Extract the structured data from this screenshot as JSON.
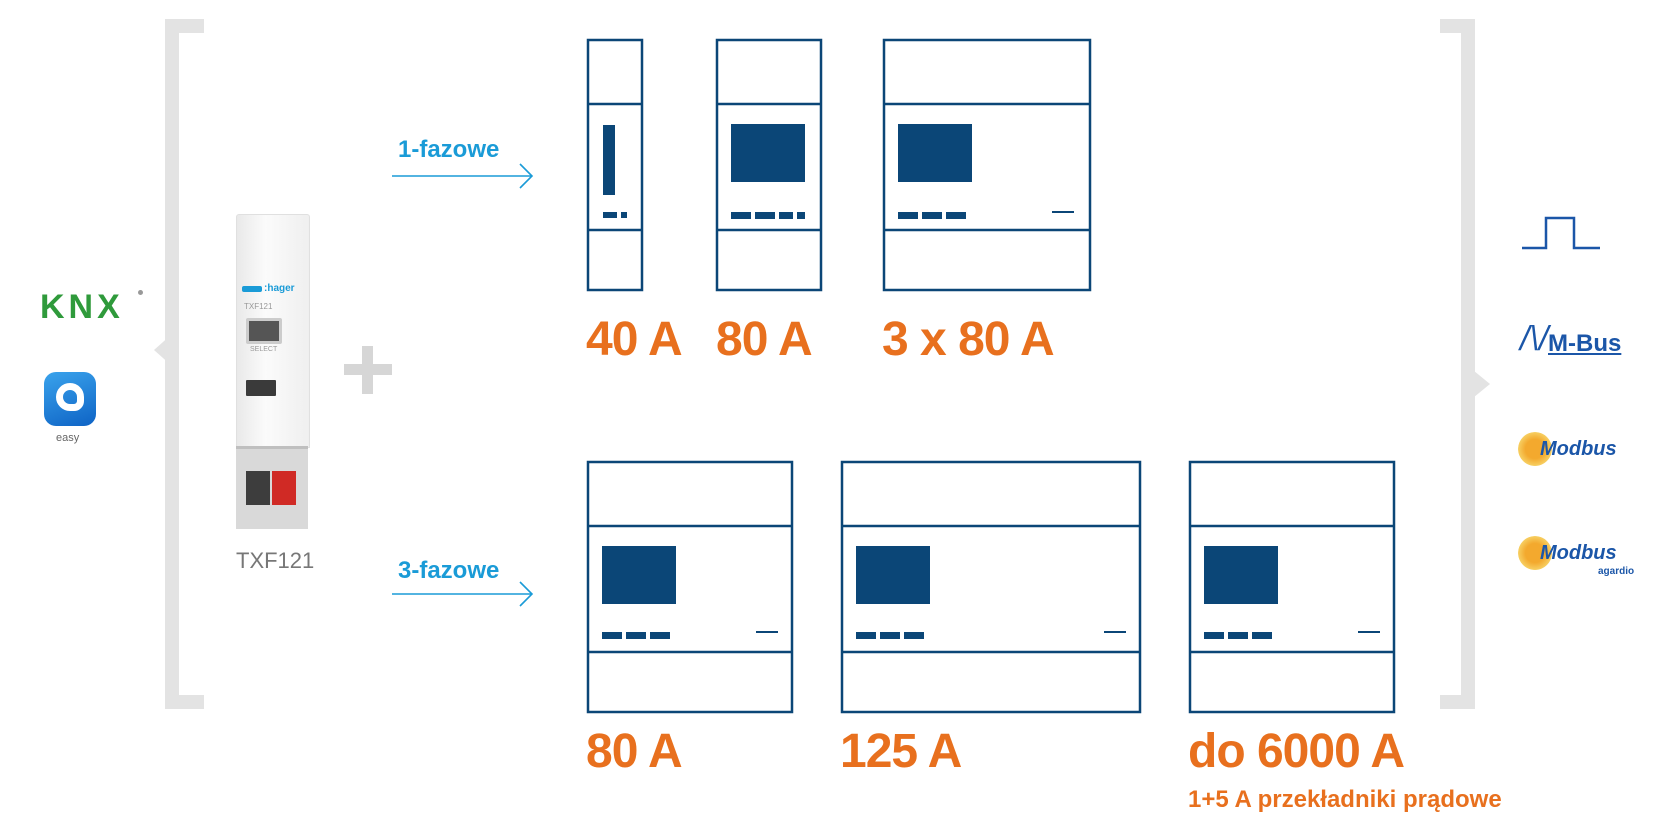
{
  "left_logos": {
    "knx": "KNX",
    "easy": "easy"
  },
  "module": {
    "brand": ":hager",
    "model_small": "TXF121",
    "select_label": "SELECT",
    "label": "TXF121"
  },
  "plus_symbol": "+",
  "phases": {
    "single": "1-fazowe",
    "three": "3-fazowe"
  },
  "meters_single": [
    "40 A",
    "80 A",
    "3 x 80 A"
  ],
  "meters_three": [
    "80 A",
    "125 A",
    "do 6000 A"
  ],
  "meters_three_note": "1+5 A przekładniki prądowe",
  "protocols": {
    "mbus": "M-Bus",
    "modbus": "Modbus",
    "modbus_agardio": "Modbus",
    "agardio": "agardio"
  },
  "colors": {
    "meter_outline": "#0b4677",
    "amp_text": "#e8701e",
    "phase_text": "#1a9bd7",
    "bracket": "#e3e3e3",
    "protocol_text": "#1b56a8"
  }
}
